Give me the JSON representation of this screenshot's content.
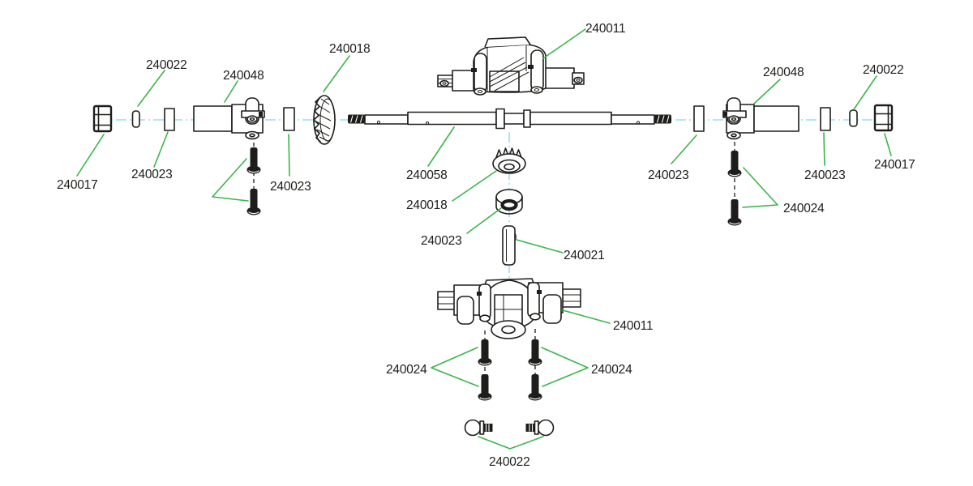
{
  "figure": {
    "type": "exploded_parts_diagram",
    "subject": "axle-assembly-exploded-view"
  },
  "colors": {
    "ink": "#1d1d1b",
    "leader_green": "#3ab54a",
    "centerline_cyan": "#7ed9f2",
    "background": "#ffffff"
  },
  "parts": {
    "n240011": "240011",
    "n240017": "240017",
    "n240018": "240018",
    "n240021": "240021",
    "n240022": "240022",
    "n240023": "240023",
    "n240024": "240024",
    "n240048": "240048",
    "n240058": "240058"
  },
  "callout_counts": {
    "240011": 2,
    "240017": 2,
    "240018": 2,
    "240021": 1,
    "240022": 3,
    "240023": 5,
    "240024": 3,
    "240048": 2,
    "240058": 1
  }
}
